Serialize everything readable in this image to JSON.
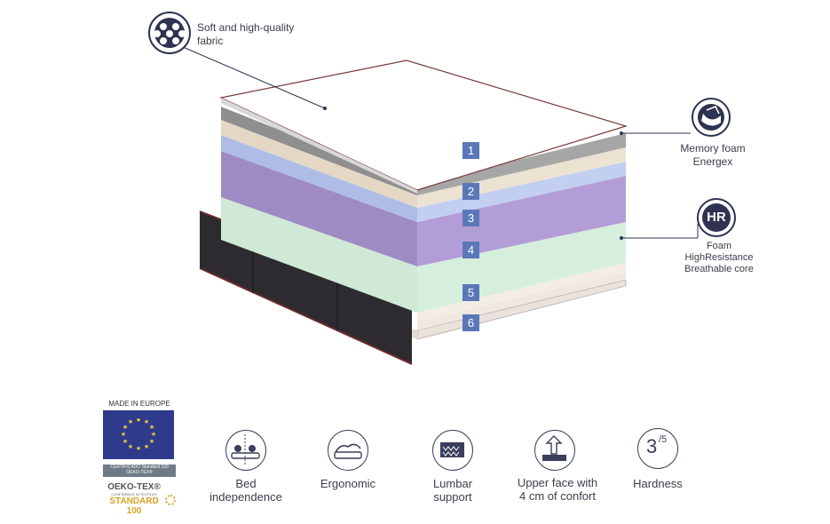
{
  "callouts": {
    "fabric": {
      "line1": "Soft and high-quality",
      "line2": "fabric",
      "icon": "fabric-dots-icon"
    },
    "memory_foam": {
      "line1": "Memory foam",
      "line2": "Energex",
      "icon": "memory-foam-icon"
    },
    "hr_foam": {
      "badge": "HR",
      "line1": "Foam",
      "line2": "HighResistance",
      "line3": "Breathable core"
    }
  },
  "layers": [
    "1",
    "2",
    "3",
    "4",
    "5",
    "6"
  ],
  "certifications": {
    "made_in": "MADE IN EUROPE",
    "cert_line1": "CERTIFICADO Standard 100",
    "cert_line2": "OEKO-TEX®",
    "oeko_brand": "OEKO-TEX®",
    "oeko_tagline": "CONFIDENCE IN TEXTILES",
    "oeko_standard": "STANDARD 100"
  },
  "features": [
    {
      "icon": "bed-independence-icon",
      "line1": "Bed",
      "line2": "independence"
    },
    {
      "icon": "ergonomic-icon",
      "line1": "Ergonomic",
      "line2": ""
    },
    {
      "icon": "lumbar-support-icon",
      "line1": "Lumbar",
      "line2": "support"
    },
    {
      "icon": "upper-face-icon",
      "line1": "Upper face with",
      "line2": "4 cm of confort"
    },
    {
      "icon": "hardness-icon",
      "line1": "Hardness",
      "line2": ""
    }
  ],
  "hardness": {
    "value": "3",
    "scale": "/5"
  },
  "colors": {
    "navy": "#3a3f5c",
    "layer_gray": "#9a9a9a",
    "layer_beige": "#e8dccb",
    "layer_blue": "#b9c8ea",
    "layer_purple": "#a893cc",
    "layer_green": "#cfe9d6",
    "badge_blue": "#5a78b8",
    "eu_blue": "#2e3a8c",
    "eu_star": "#f3d23a",
    "oeko_gold": "#d7a326"
  }
}
